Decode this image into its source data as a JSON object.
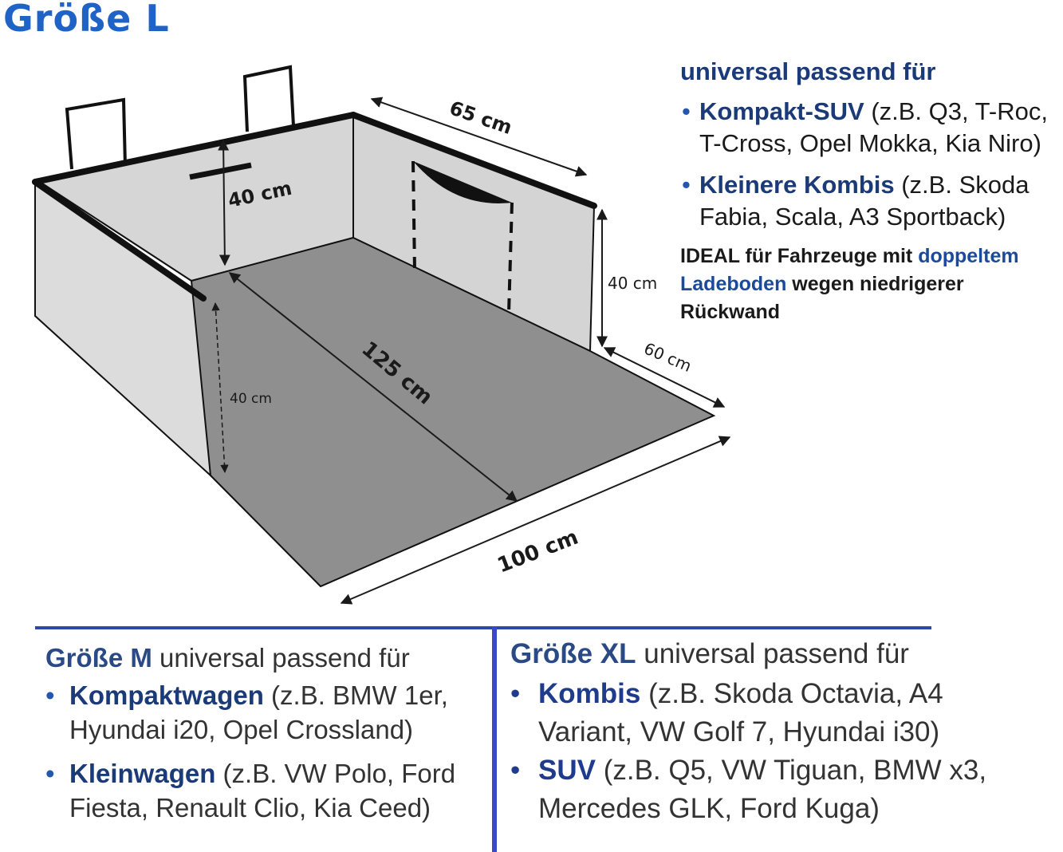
{
  "title": "Größe L",
  "dimensions": {
    "top_width": "65 cm",
    "back_height": "40 cm",
    "right_height": "40 cm",
    "length": "125 cm",
    "front_depth": "60 cm",
    "left_height": "40 cm",
    "bottom_width": "100 cm"
  },
  "size_l": {
    "heading": "universal passend für",
    "items": [
      {
        "name": "Kompakt-SUV",
        "detail": " (z.B. Q3, T-Roc, T-Cross, Opel Mokka, Kia Niro)"
      },
      {
        "name": "Kleinere Kombis",
        "detail": " (z.B. Skoda Fabia, Scala, A3 Sportback)"
      }
    ],
    "note_pre": "IDEAL für Fahrzeuge mit ",
    "note_highlight": "doppeltem Ladeboden",
    "note_post": " wegen niedrigerer Rückwand"
  },
  "size_m": {
    "name": "Größe M",
    "heading": " universal passend für",
    "items": [
      {
        "name": "Kompaktwagen",
        "detail": " (z.B. BMW 1er, Hyundai i20, Opel Crossland)"
      },
      {
        "name": "Kleinwagen",
        "detail": " (z.B. VW Polo, Ford Fiesta, Renault Clio, Kia Ceed)"
      }
    ]
  },
  "size_xl": {
    "name": "Größe XL",
    "heading": " universal passend für",
    "items": [
      {
        "name": "Kombis",
        "detail": " (z.B. Skoda Octavia, A4 Variant, VW Golf 7, Hyundai i30)"
      },
      {
        "name": "SUV",
        "detail": " (z.B. Q5, VW Tiguan, BMW x3, Mercedes GLK, Ford Kuga)"
      }
    ]
  },
  "colors": {
    "title": "#1f63c6",
    "navy": "#1b3a78",
    "floor": "#8f8f8f",
    "wall": "#d6d6d6",
    "divider": "#2a4aa8"
  }
}
